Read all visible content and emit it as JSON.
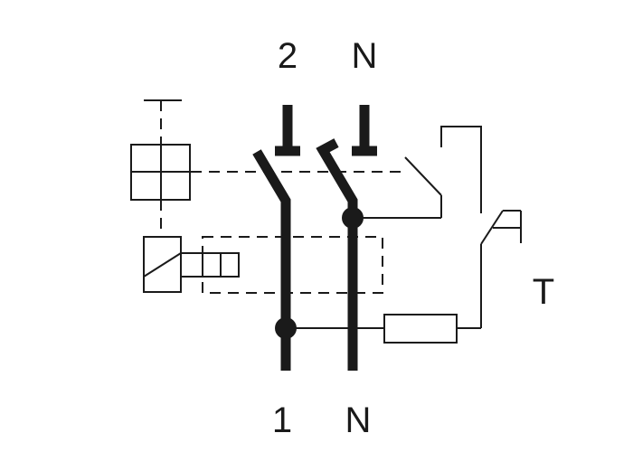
{
  "labels": {
    "top_left": "2",
    "top_right": "N",
    "bottom_left": "1",
    "bottom_right": "N",
    "test_button": "T"
  },
  "colors": {
    "line": "#1a1a1a",
    "background": "#ffffff"
  }
}
